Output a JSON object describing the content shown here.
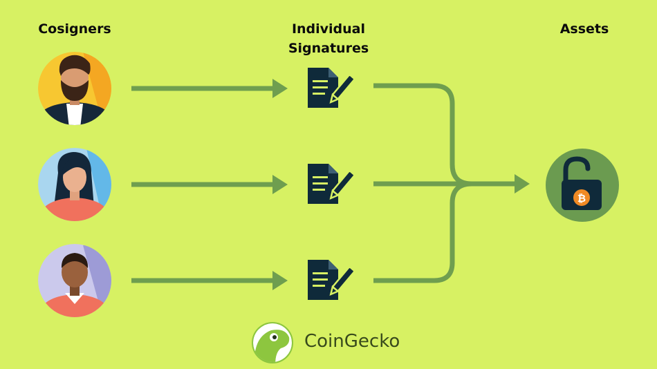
{
  "headers": {
    "cosigners": "Cosigners",
    "signatures_line1": "Individual",
    "signatures_line2": "Signatures",
    "assets": "Assets"
  },
  "brand": {
    "name": "CoinGecko"
  },
  "icons": {
    "cosigner_1": "man-avatar-icon",
    "cosigner_2": "woman-avatar-icon",
    "cosigner_3": "man-avatar-icon",
    "signature": "signed-document-icon",
    "asset": "bitcoin-unlocked-padlock-icon",
    "logo": "gecko-logo-icon"
  },
  "colors": {
    "background": "#d7f163",
    "arrow": "#6f9e4f",
    "document": "#0f2a3a",
    "lock_circle": "#6b9b50",
    "bitcoin": "#f08a24"
  }
}
